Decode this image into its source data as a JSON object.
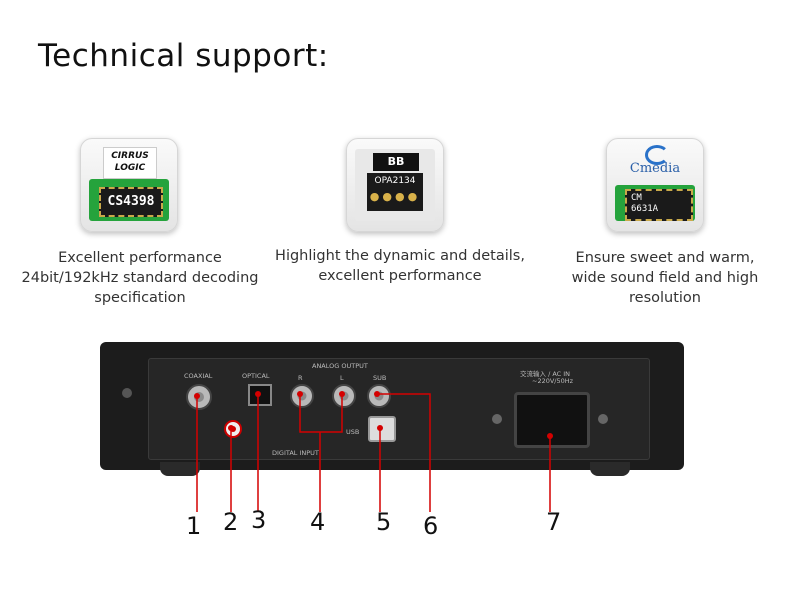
{
  "title": "Technical support:",
  "chips": [
    {
      "logo_line1": "CIRRUS",
      "logo_line2": "LOGIC",
      "part": "CS4398"
    },
    {
      "logo": "BB",
      "part": "OPA2134"
    },
    {
      "logo": "Cmedia",
      "part_line1": "CM",
      "part_line2": "6631A"
    }
  ],
  "descriptions": [
    {
      "lines": [
        "Excellent performance",
        "24bit/192kHz standard decoding",
        "specification"
      ]
    },
    {
      "lines": [
        "Highlight the dynamic and details,",
        "excellent performance"
      ]
    },
    {
      "lines": [
        "Ensure sweet and warm,",
        "wide sound field and high",
        "resolution"
      ]
    }
  ],
  "panel": {
    "coaxial": "COAXIAL",
    "optical": "OPTICAL",
    "analog_output": "ANALOG OUTPUT",
    "r": "R",
    "l": "L",
    "sub": "SUB",
    "usb": "USB",
    "digital_input": "DIGITAL INPUT",
    "ac_in_line1": "交流输入 / AC IN",
    "ac_in_line2": "~220V/50Hz"
  },
  "callouts": [
    "1",
    "2",
    "3",
    "4",
    "5",
    "6",
    "7"
  ],
  "colors": {
    "pcb": "#25a33c",
    "callout_line": "#d40000",
    "device": "#1c1c1c"
  }
}
